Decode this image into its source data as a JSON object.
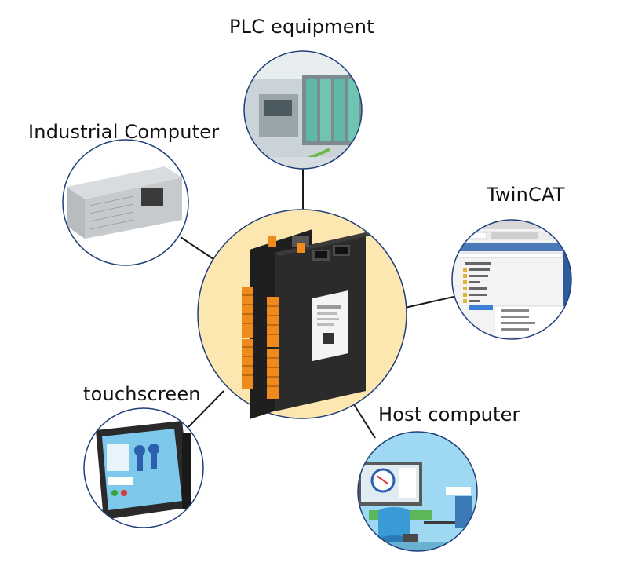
{
  "center": {
    "nodes": [
      "PLC equipment",
      "Industrial Computer",
      "TwinCAT",
      "touchscreen",
      "Host computer"
    ]
  },
  "nodes": {
    "plc": {
      "label": "PLC equipment"
    },
    "industrial_computer": {
      "label": "Industrial Computer"
    },
    "twincat": {
      "label": "TwinCAT"
    },
    "touchscreen": {
      "label": "touchscreen"
    },
    "host_computer": {
      "label": "Host computer"
    }
  },
  "colors": {
    "center_fill": "#fde7b0",
    "circle_border": "#1f3f7a",
    "connector": "#1a1a1a",
    "device_body": "#2a2a2a",
    "terminal_orange": "#f08a1c",
    "sky_blue": "#9ed8f2"
  }
}
